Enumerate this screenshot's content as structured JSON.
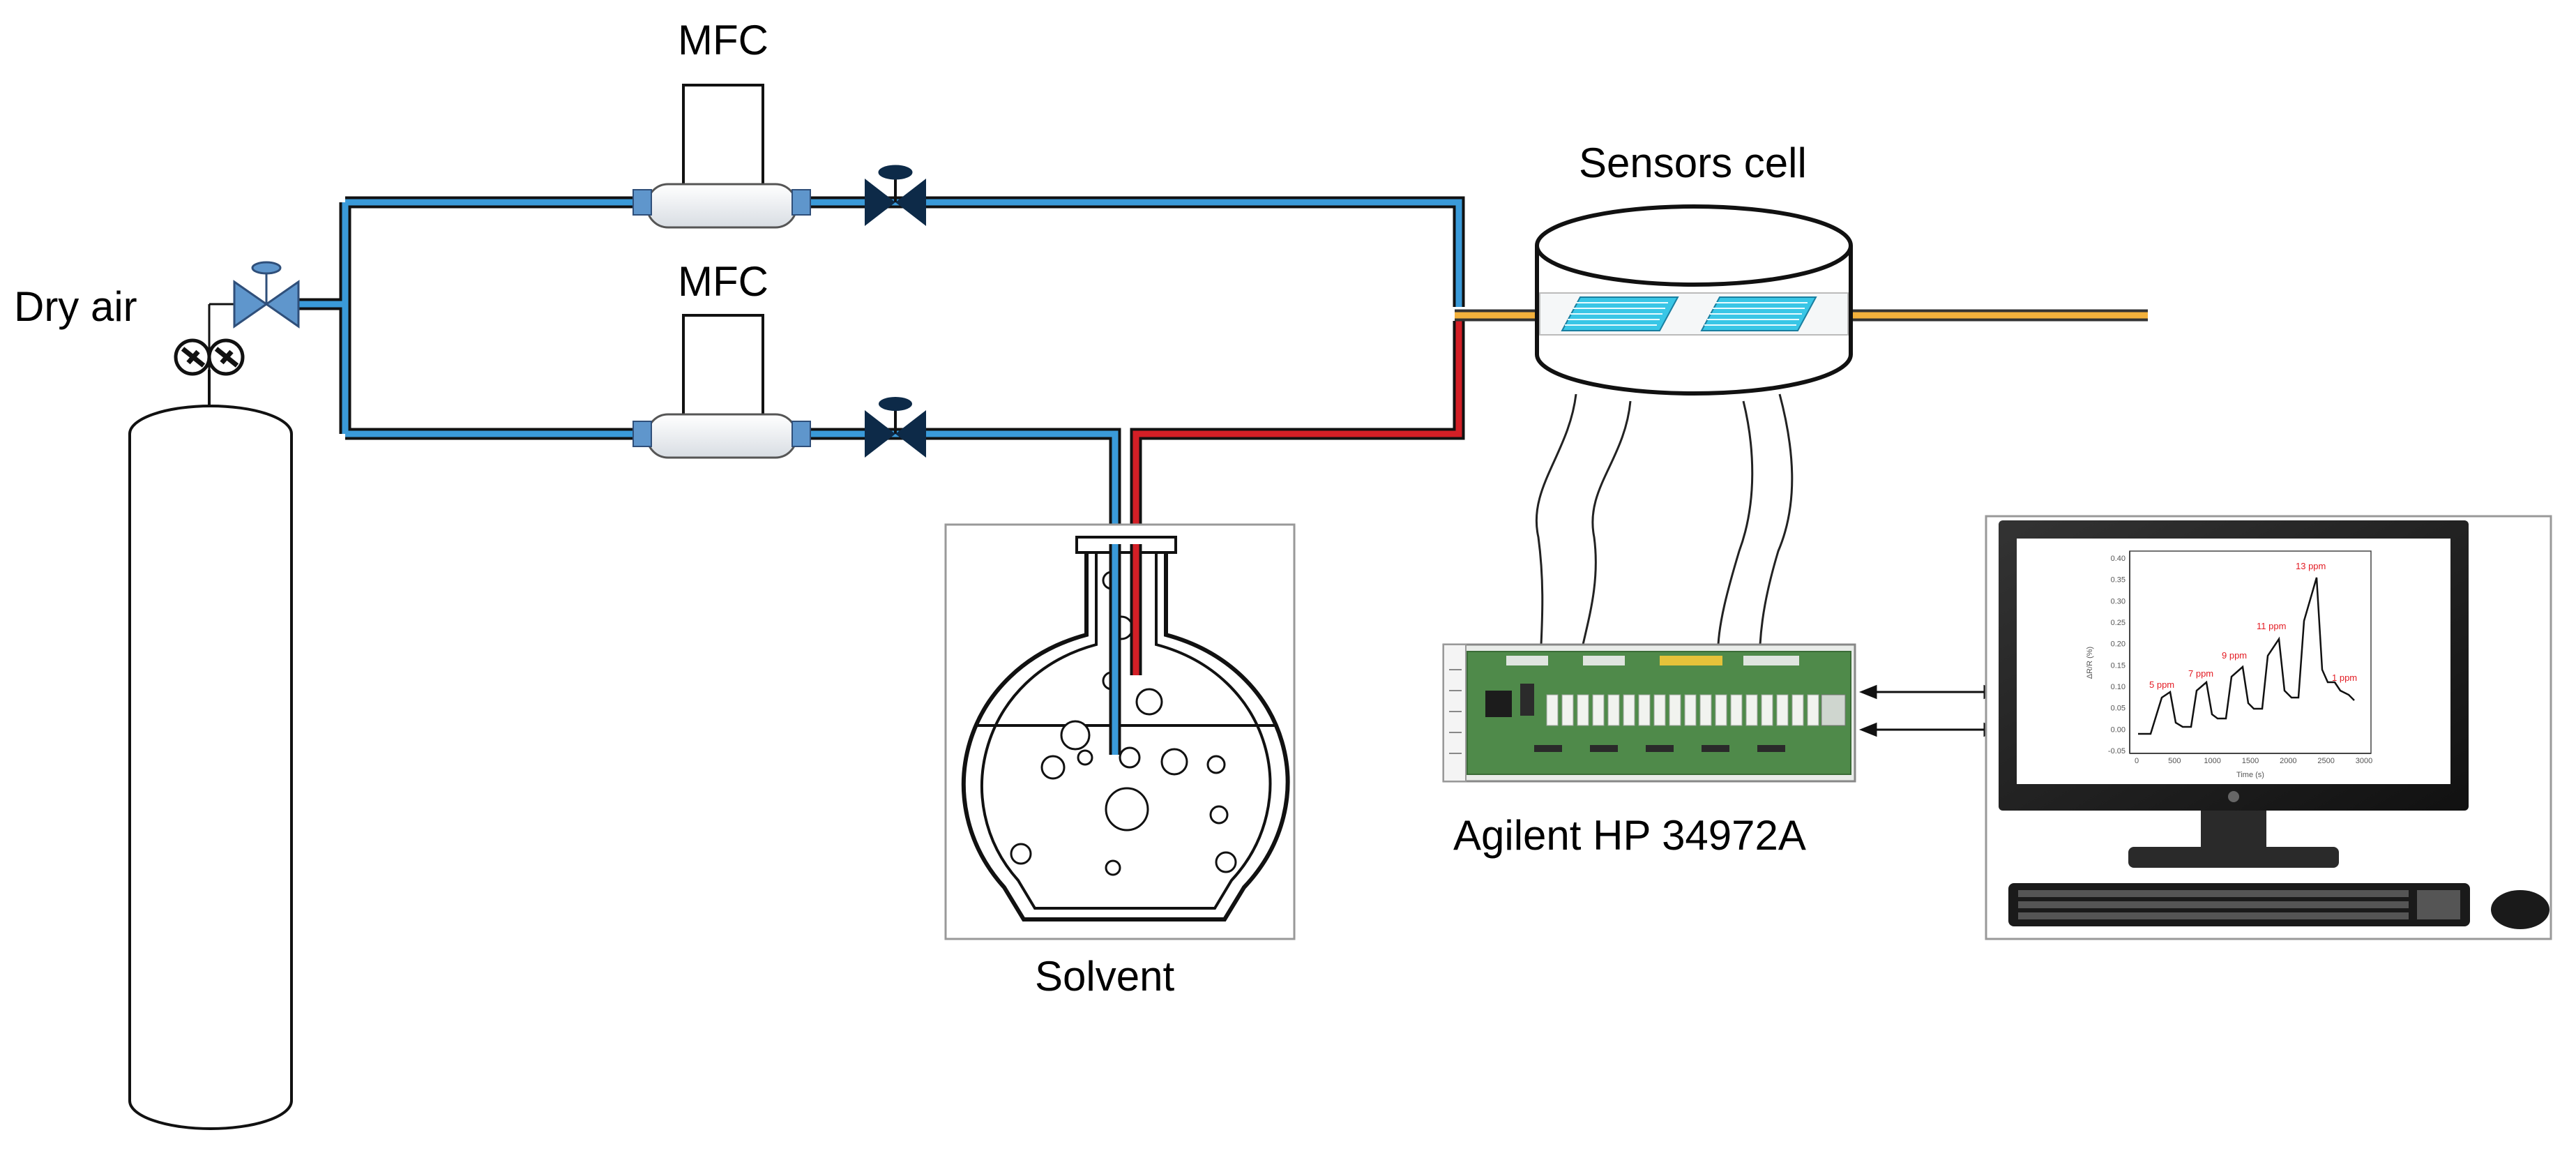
{
  "labels": {
    "dry_air": "Dry air",
    "mfc_top": "MFC",
    "mfc_bottom": "MFC",
    "sensors_cell": "Sensors cell",
    "solvent": "Solvent",
    "agilent": "Agilent HP 34972A"
  },
  "monitor": {
    "y_label": "ΔR/R (%)",
    "x_label": "Time (s)",
    "y_ticks": [
      "0.40",
      "0.35",
      "0.30",
      "0.25",
      "0.20",
      "0.15",
      "0.10",
      "0.05",
      "0.00",
      "-0.05"
    ],
    "x_ticks": [
      "0",
      "500",
      "1000",
      "1500",
      "2000",
      "2500",
      "3000"
    ],
    "peaks": [
      "5 ppm",
      "7 ppm",
      "9 ppm",
      "11 ppm",
      "13 ppm",
      "1 ppm"
    ]
  },
  "colors": {
    "blue_line": "#3a9ad9",
    "red_line": "#d31f26",
    "yellow_line": "#f3b13c",
    "valve_blue": "#5f96cc",
    "electrode": "#39c6e6",
    "board_green": "#4f8a4a"
  }
}
